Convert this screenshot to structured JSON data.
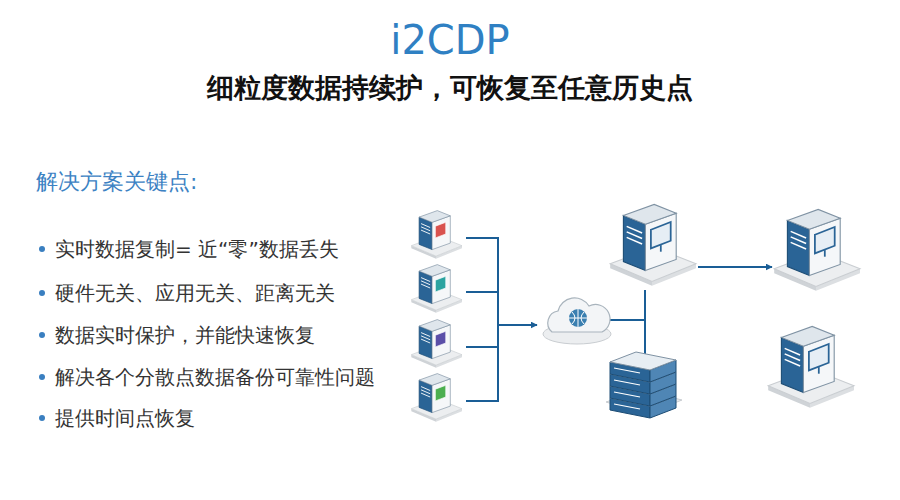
{
  "diagram": {
    "title": "i2CDP",
    "labels": [
      "细粒度数据持续护，可恢复至任意历史点",
      "解决方案关键点:",
      "实时数据复制= 近“零”数据丢失",
      "硬件无关、应用无关、距离无关",
      "数据实时保护，并能快速恢复",
      "解决各个分散点数据备份可靠性问题",
      "提供时间点恢复"
    ]
  }
}
